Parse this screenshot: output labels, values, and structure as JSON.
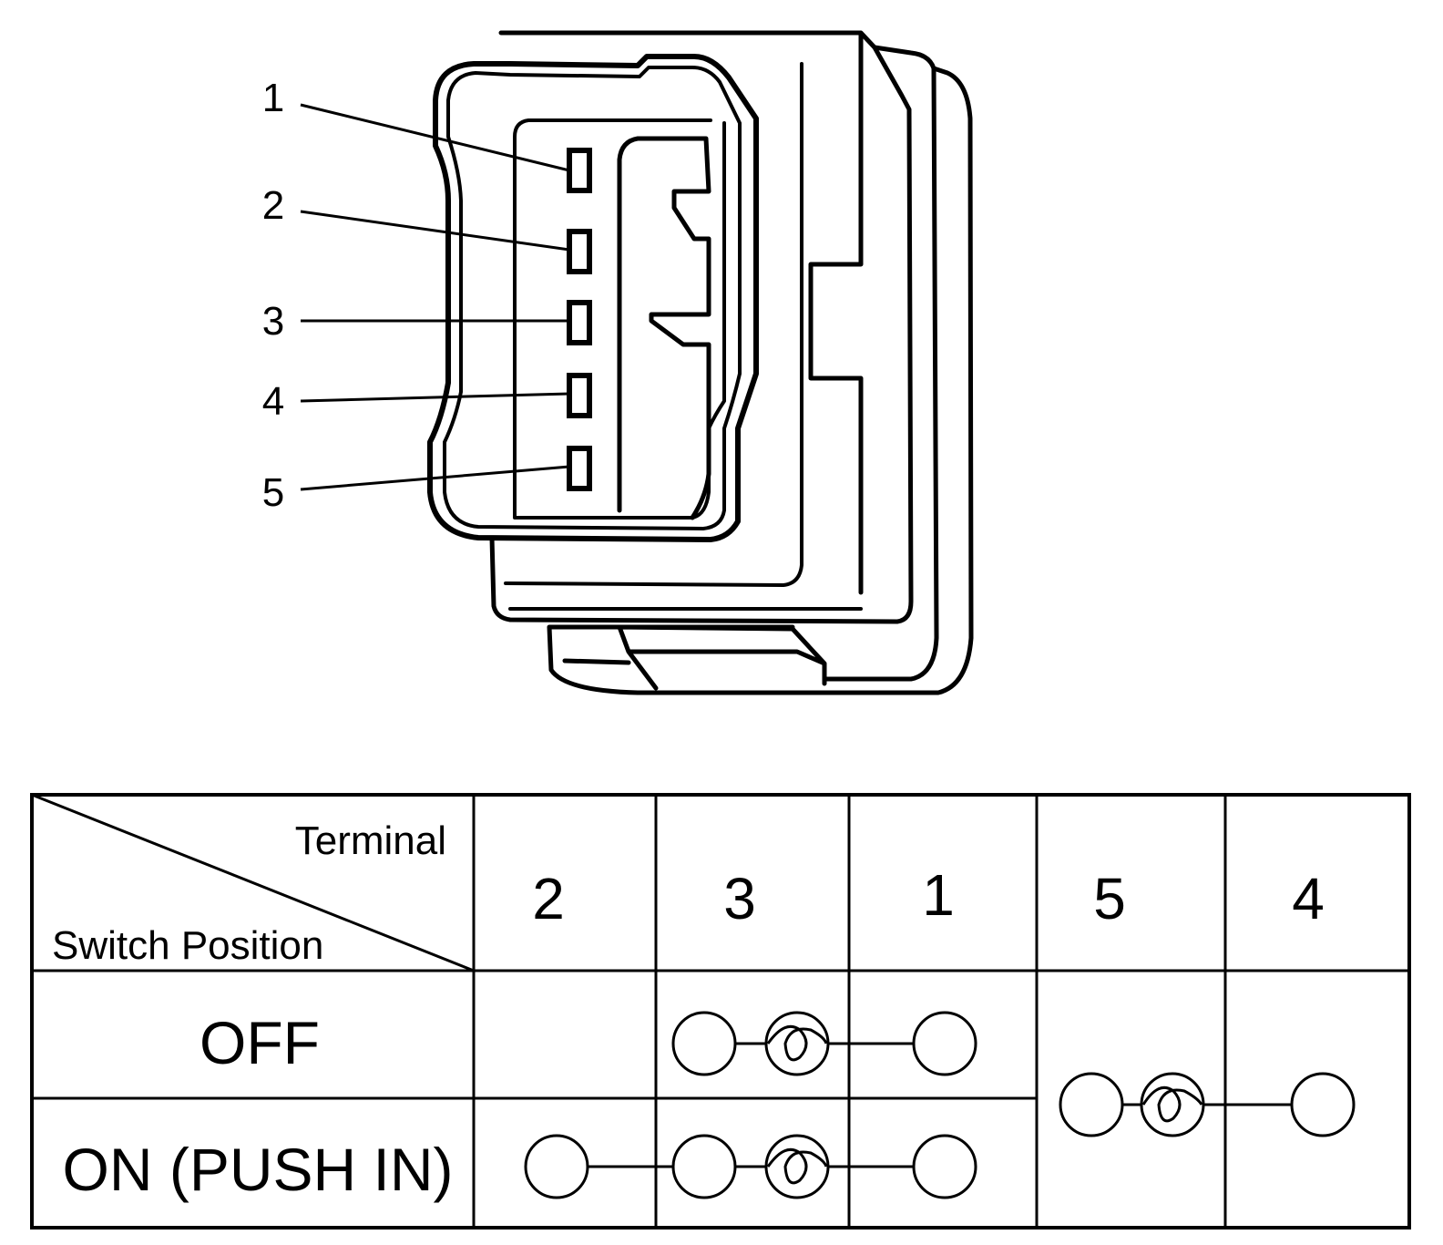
{
  "connector": {
    "pin_labels": [
      "1",
      "2",
      "3",
      "4",
      "5"
    ]
  },
  "table": {
    "corner_top": "Terminal",
    "corner_bottom": "Switch Position",
    "terminals": [
      "2",
      "3",
      "1",
      "5",
      "4"
    ],
    "rows": [
      {
        "position": "OFF"
      },
      {
        "position": "ON (PUSH IN)"
      }
    ]
  }
}
